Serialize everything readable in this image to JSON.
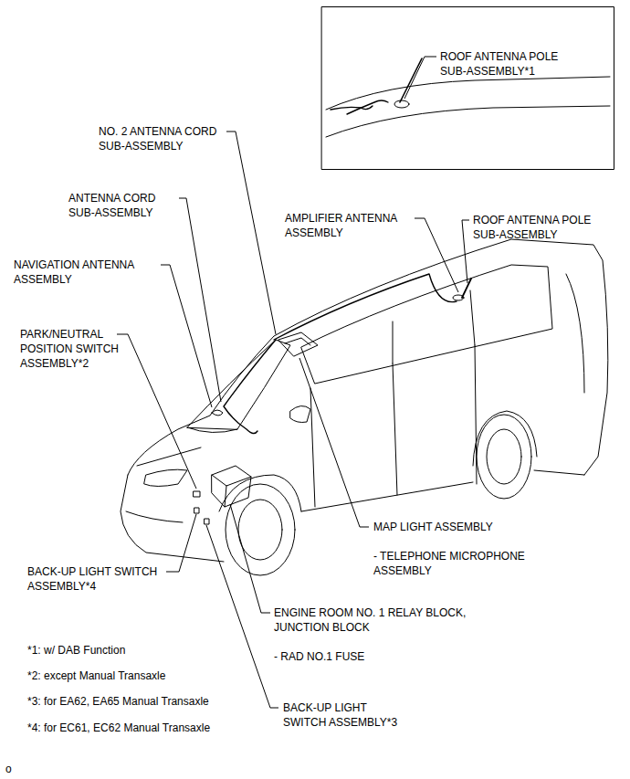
{
  "diagram": {
    "labels": [
      "ROOF ANTENNA POLE SUB-ASSEMBLY*1",
      "NO. 2 ANTENNA CORD SUB-ASSEMBLY",
      "ANTENNA CORD SUB-ASSEMBLY",
      "NAVIGATION ANTENNA ASSEMBLY",
      "PARK/NEUTRAL POSITION SWITCH ASSEMBLY*2",
      "AMPLIFIER ANTENNA ASSEMBLY",
      "ROOF ANTENNA POLE SUB-ASSEMBLY",
      "MAP LIGHT ASSEMBLY",
      "- TELEPHONE MICROPHONE ASSEMBLY",
      "BACK-UP LIGHT SWITCH ASSEMBLY*4",
      "ENGINE ROOM NO. 1 RELAY BLOCK, JUNCTION BLOCK",
      "- RAD NO.1 FUSE",
      "*1: w/ DAB Function",
      "*2: except Manual Transaxle",
      "*3: for EA62, EA65 Manual Transaxle",
      "BACK-UP LIGHT SWITCH ASSEMBLY*3",
      "*4: for EC61, EC62 Manual Transaxle",
      "o"
    ]
  }
}
